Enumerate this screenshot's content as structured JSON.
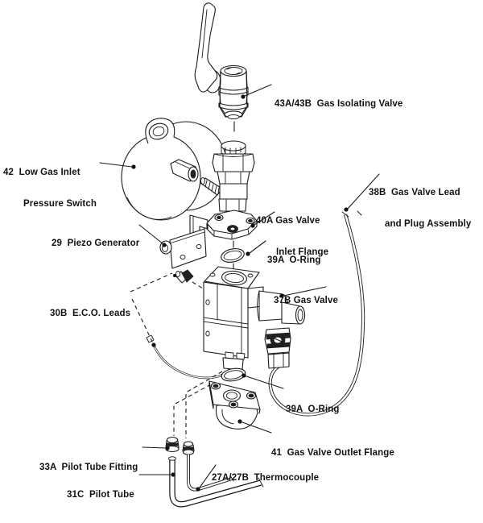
{
  "diagram": {
    "kind": "exploded-parts-diagram",
    "colors": {
      "background": "#ffffff",
      "line": "#1a1a1a",
      "text": "#111111"
    }
  },
  "parts": [
    {
      "id": "43A/43B",
      "name": "Gas Isolating Valve",
      "label_line1": "43A/43B  Gas Isolating Valve"
    },
    {
      "id": "42",
      "name": "Low Gas Inlet Pressure Switch",
      "label_line1": "42  Low Gas Inlet",
      "label_line2": "Pressure Switch"
    },
    {
      "id": "38B",
      "name": "Gas Valve Lead and Plug Assembly",
      "label_line1": "38B  Gas Valve Lead",
      "label_line2": "and Plug Assembly"
    },
    {
      "id": "40A",
      "name": "Gas Valve Inlet Flange",
      "label_line1": "40A Gas Valve",
      "label_line2": "Inlet Flange"
    },
    {
      "id": "29",
      "name": "Piezo Generator",
      "label_line1": "29  Piezo Generator"
    },
    {
      "id": "39A",
      "name": "O-Ring (upper)",
      "label_line1": "39A  O-Ring"
    },
    {
      "id": "37B",
      "name": "Gas Valve",
      "label_line1": "37B Gas Valve"
    },
    {
      "id": "30B",
      "name": "E.C.O. Leads",
      "label_line1": "30B  E.C.O. Leads"
    },
    {
      "id": "39A",
      "name": "O-Ring (lower)",
      "label_line1": "39A  O-Ring"
    },
    {
      "id": "41",
      "name": "Gas Valve Outlet Flange",
      "label_line1": "41  Gas Valve Outlet Flange"
    },
    {
      "id": "33A",
      "name": "Pilot Tube Fitting",
      "label_line1": "33A  Pilot Tube Fitting"
    },
    {
      "id": "27A/27B",
      "name": "Thermocouple",
      "label_line1": "27A/27B  Thermocouple"
    },
    {
      "id": "31C",
      "name": "Pilot Tube",
      "label_line1": "31C  Pilot Tube"
    }
  ]
}
